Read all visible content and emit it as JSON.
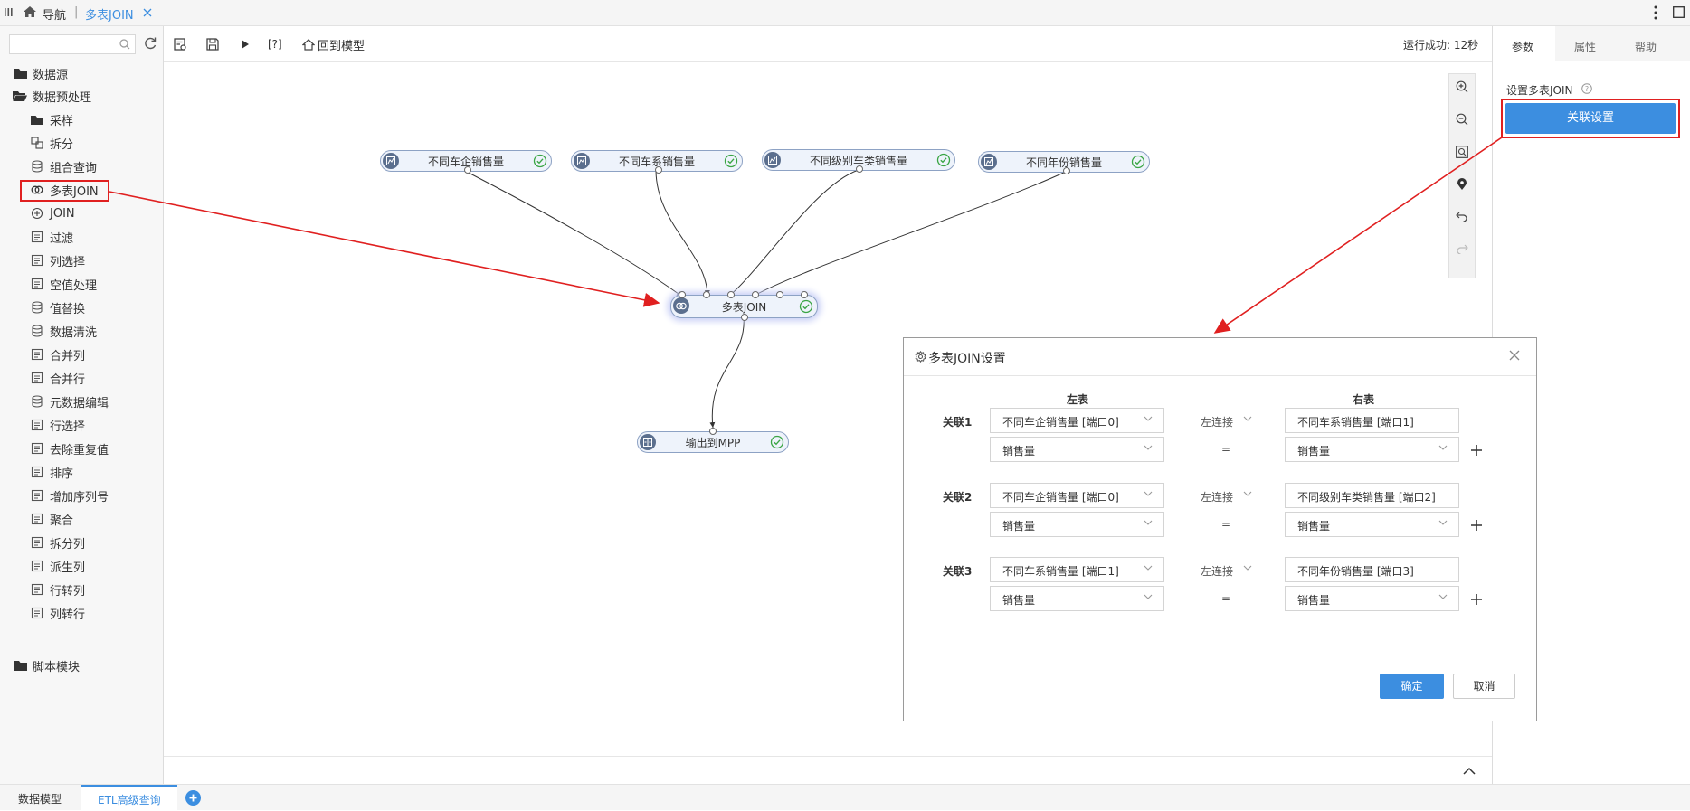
{
  "topbar": {
    "menu_icon": "grid-icon",
    "home_label": "导航",
    "tab_label": "多表JOIN"
  },
  "search": {
    "placeholder": ""
  },
  "sidebar": {
    "groups": [
      {
        "label": "数据源",
        "icon": "folder-icon"
      },
      {
        "label": "数据预处理",
        "icon": "folder-open-icon"
      },
      {
        "label": "脚本模块",
        "icon": "folder-icon"
      }
    ],
    "items": [
      {
        "label": "采样",
        "icon": "folder-icon"
      },
      {
        "label": "拆分",
        "icon": "split-icon"
      },
      {
        "label": "组合查询",
        "icon": "database-icon"
      },
      {
        "label": "多表JOIN",
        "icon": "join-icon"
      },
      {
        "label": "JOIN",
        "icon": "plus-circle-icon"
      },
      {
        "label": "过滤",
        "icon": "filter-icon"
      },
      {
        "label": "列选择",
        "icon": "column-select-icon"
      },
      {
        "label": "空值处理",
        "icon": "null-icon"
      },
      {
        "label": "值替换",
        "icon": "replace-icon"
      },
      {
        "label": "数据清洗",
        "icon": "clean-icon"
      },
      {
        "label": "合并列",
        "icon": "merge-col-icon"
      },
      {
        "label": "合并行",
        "icon": "merge-row-icon"
      },
      {
        "label": "元数据编辑",
        "icon": "metadata-icon"
      },
      {
        "label": "行选择",
        "icon": "row-select-icon"
      },
      {
        "label": "去除重复值",
        "icon": "dedupe-icon"
      },
      {
        "label": "排序",
        "icon": "sort-icon"
      },
      {
        "label": "增加序列号",
        "icon": "serial-icon"
      },
      {
        "label": "聚合",
        "icon": "aggregate-icon"
      },
      {
        "label": "拆分列",
        "icon": "split-col-icon"
      },
      {
        "label": "派生列",
        "icon": "derive-col-icon"
      },
      {
        "label": "行转列",
        "icon": "row-to-col-icon"
      },
      {
        "label": "列转行",
        "icon": "col-to-row-icon"
      }
    ]
  },
  "toolbar": {
    "back_to_model": "回到模型",
    "help_bracket": "[?]",
    "status": "运行成功: 12秒"
  },
  "nodes": {
    "n1": "不同车企销售量",
    "n2": "不同车系销售量",
    "n3": "不同级别车类销售量",
    "n4": "不同年份销售量",
    "join": "多表JOIN",
    "output": "输出到MPP"
  },
  "rightpanel": {
    "tabs": [
      "参数",
      "属性",
      "帮助"
    ],
    "section_label": "设置多表JOIN",
    "config_button": "关联设置"
  },
  "dialog": {
    "title": "多表JOIN设置",
    "left_header": "左表",
    "right_header": "右表",
    "relations": [
      {
        "label": "关联1",
        "left_table": "不同车企销售量 [端口0]",
        "join_type": "左连接",
        "right_table": "不同车系销售量 [端口1]",
        "left_field": "销售量",
        "op": "=",
        "right_field": "销售量"
      },
      {
        "label": "关联2",
        "left_table": "不同车企销售量 [端口0]",
        "join_type": "左连接",
        "right_table": "不同级别车类销售量 [端口2]",
        "left_field": "销售量",
        "op": "=",
        "right_field": "销售量"
      },
      {
        "label": "关联3",
        "left_table": "不同车系销售量 [端口1]",
        "join_type": "左连接",
        "right_table": "不同年份销售量 [端口3]",
        "left_field": "销售量",
        "op": "=",
        "right_field": "销售量"
      }
    ],
    "ok": "确定",
    "cancel": "取消"
  },
  "bottombar": {
    "tabs": [
      "数据模型",
      "ETL高级查询"
    ]
  },
  "colors": {
    "accent": "#3c8ee0",
    "annotation_red": "#e02020",
    "node_border": "#8da2c4",
    "check_green": "#3aa544"
  }
}
